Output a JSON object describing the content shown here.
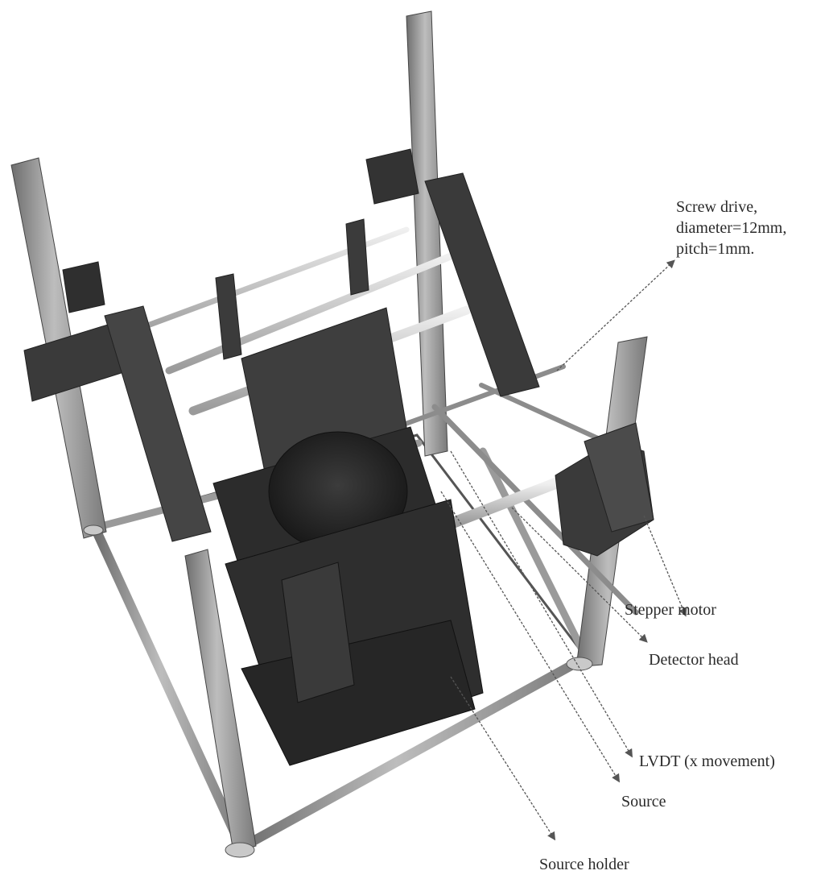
{
  "labels": {
    "screw_drive_line1": "Screw drive,",
    "screw_drive_line2": "diameter=12mm,",
    "screw_drive_line3": "pitch=1mm.",
    "stepper_motor": "Stepper motor",
    "detector_head": "Detector head",
    "lvdt": "LVDT (x movement)",
    "source": "Source",
    "source_holder": "Source holder"
  },
  "colors": {
    "frame_dark": "#3a3a3a",
    "frame_mid": "#8a8a8a",
    "frame_light": "#c4c4c4",
    "block_dark": "#2f2f2f",
    "rod_light": "#d6d6d6",
    "leader": "#555555",
    "text": "#2a2a2a"
  }
}
